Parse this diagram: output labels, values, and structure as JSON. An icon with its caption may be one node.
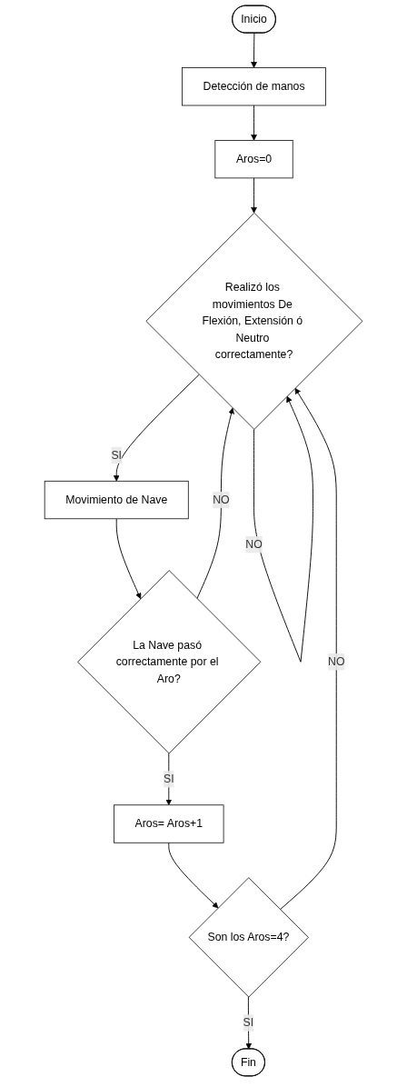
{
  "diagram": {
    "nodes": [
      {
        "text": [
          "Inicio"
        ]
      },
      {
        "text": [
          "Detección de manos"
        ]
      },
      {
        "text": [
          "Aros=0"
        ]
      },
      {
        "text": [
          "Realizó los movimientos De Flexión, Extensión ó Neutro correctamente?"
        ]
      },
      {
        "text": [
          "Movimiento de Nave"
        ]
      },
      {
        "text": [
          "La Nave pasó correctamente por el Aro?"
        ]
      },
      {
        "text": [
          "Aros= Aros+1"
        ]
      },
      {
        "text": [
          "Son los Aros=4?"
        ]
      },
      {
        "text": [
          "Fin"
        ]
      }
    ],
    "edges": [
      {
        "from": 0,
        "to": 1,
        "arrow": "to"
      },
      {
        "from": 1,
        "to": 2,
        "arrow": "to"
      },
      {
        "from": 2,
        "to": 3,
        "arrow": "to"
      },
      {
        "from": 3,
        "to": 4,
        "arrow": "to",
        "label": "SI"
      },
      {
        "from": 3,
        "to": 3,
        "arrow": "to",
        "label": "NO"
      },
      {
        "from": 4,
        "to": 5,
        "arrow": "to"
      },
      {
        "from": 5,
        "to": 3,
        "arrow": "to",
        "label": "NO"
      },
      {
        "from": 5,
        "to": 6,
        "arrow": "to",
        "label": "SI"
      },
      {
        "from": 6,
        "to": 7,
        "arrow": "to"
      },
      {
        "from": 7,
        "to": 3,
        "arrow": "to",
        "label": "NO"
      },
      {
        "from": 7,
        "to": 8,
        "arrow": "to",
        "label": "SI"
      }
    ]
  }
}
